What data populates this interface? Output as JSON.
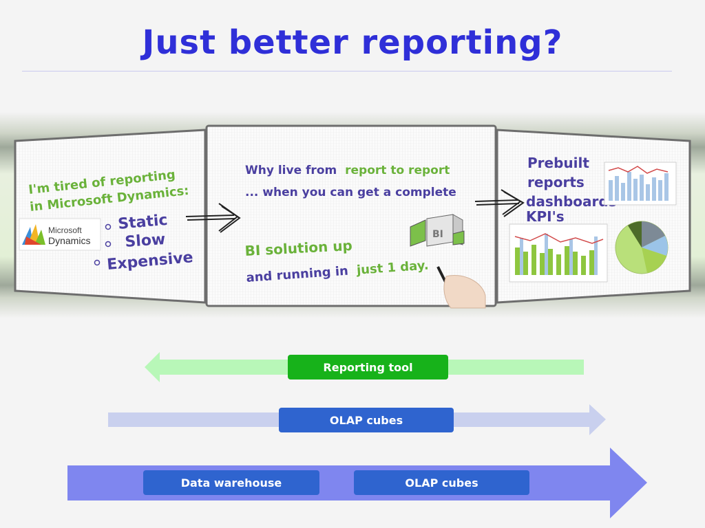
{
  "slide": {
    "title": "Just better reporting?"
  },
  "panel_left": {
    "heading_line1": "I'm tired of reporting",
    "heading_line2": "in Microsoft Dynamics:",
    "logo_line1": "Microsoft",
    "logo_line2": "Dynamics",
    "bullets": [
      "Static",
      "Slow",
      "Expensive"
    ]
  },
  "panel_middle": {
    "line1_a": "Why live from",
    "line1_b": "report to report",
    "line2": "... when you can get a complete",
    "line3_a": "BI solution up",
    "line4_a": "and running in",
    "line4_b": "just 1 day.",
    "cube_label": "BI"
  },
  "panel_right": {
    "lines": [
      "Prebuilt",
      "reports",
      "dashboards",
      "KPI's"
    ]
  },
  "arrows": {
    "reporting_tool": "Reporting tool",
    "olap_cubes_1": "OLAP cubes",
    "data_warehouse": "Data warehouse",
    "olap_cubes_2": "OLAP cubes"
  },
  "colors": {
    "title": "#2f2fd8",
    "handwriting_green": "#6ab23a",
    "handwriting_purple": "#4a3fa0",
    "arrow_green": "#b8f7b8",
    "arrow_lavender": "#c9d0ee",
    "arrow_blue": "#7f86ef",
    "label_green": "#17b21a",
    "label_blue": "#2f64cf"
  }
}
